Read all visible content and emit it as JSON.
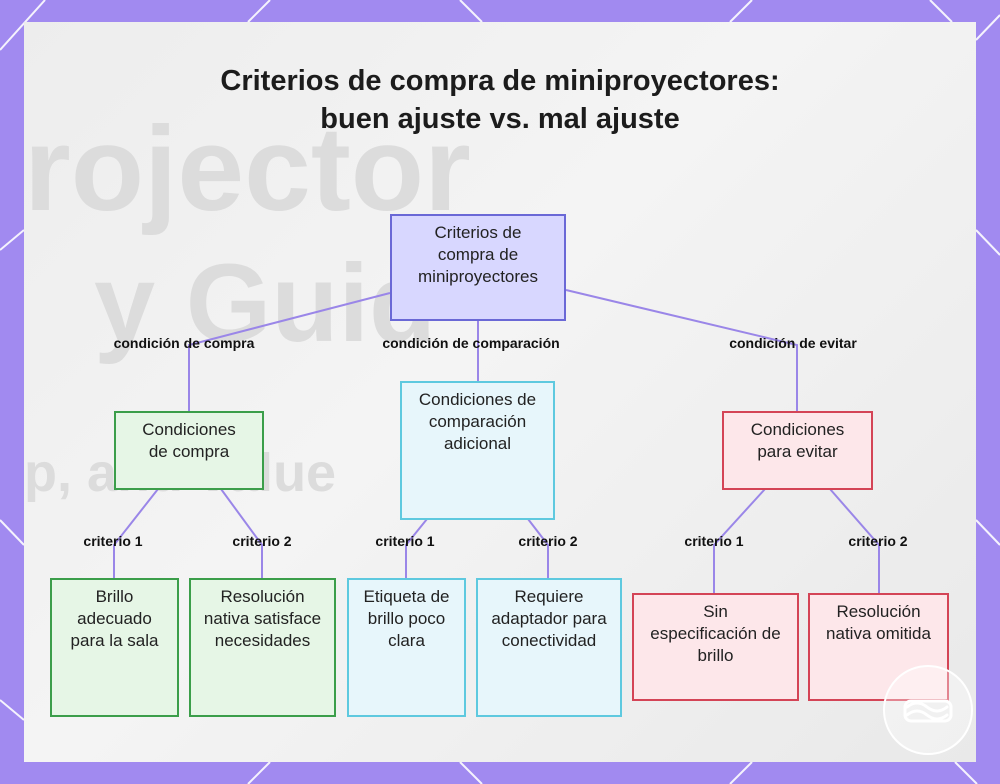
{
  "title": "Criterios de compra de miniproyectores: buen ajuste vs. mal ajuste",
  "watermark": {
    "line1": "rojector",
    "line2": "y Guid",
    "line3": "p, and value"
  },
  "nodes": {
    "root": "Criterios de compra de miniproyectores",
    "buy": "Condiciones de compra",
    "compare": "Condiciones de comparación adicional",
    "avoid": "Condiciones para evitar",
    "buy_c1": "Brillo adecuado para la sala",
    "buy_c2": "Resolución nativa satisface necesidades",
    "compare_c1": "Etiqueta de brillo poco clara",
    "compare_c2": "Requiere adaptador para conectividad",
    "avoid_c1": "Sin especificación de brillo",
    "avoid_c2": "Resolución nativa omitida"
  },
  "edge_labels": {
    "buy": "condición de compra",
    "compare": "condición de comparación",
    "avoid": "condición de evitar",
    "buy_c1": "criterio 1",
    "buy_c2": "criterio 2",
    "compare_c1": "criterio 1",
    "compare_c2": "criterio 2",
    "avoid_c1": "criterio 1",
    "avoid_c2": "criterio 2"
  },
  "colors": {
    "frame": "#a18af0",
    "edge": "#9a86e8",
    "root_fill": "#d8d7ff",
    "root_border": "#6a68d6",
    "buy_fill": "#e6f6e6",
    "buy_border": "#3b9e4a",
    "compare_fill": "#e7f6fb",
    "compare_border": "#5ec9df",
    "avoid_fill": "#fde7ea",
    "avoid_border": "#d44456"
  },
  "icons": {
    "corner_logo": "brand-logo-icon"
  }
}
